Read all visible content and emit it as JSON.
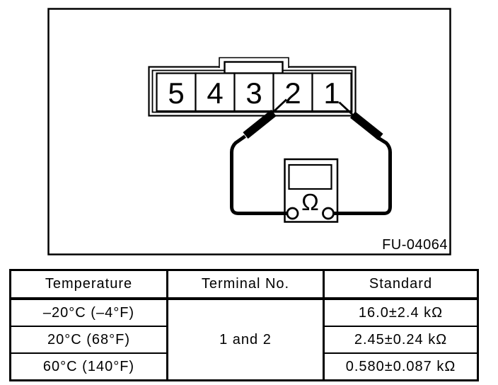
{
  "figure": {
    "label": "FU-04064",
    "connector": {
      "terminals": [
        "5",
        "4",
        "3",
        "2",
        "1"
      ]
    },
    "meter": {
      "symbol": "Ω"
    }
  },
  "table": {
    "headers": [
      "Temperature",
      "Terminal No.",
      "Standard"
    ],
    "terminal_no": "1 and 2",
    "rows": [
      {
        "temperature": "–20°C (–4°F)",
        "standard": "16.0±2.4 kΩ"
      },
      {
        "temperature": "20°C (68°F)",
        "standard": "2.45±0.24 kΩ"
      },
      {
        "temperature": "60°C (140°F)",
        "standard": "0.580±0.087 kΩ"
      }
    ]
  },
  "colors": {
    "line": "#000000",
    "background": "#ffffff"
  }
}
